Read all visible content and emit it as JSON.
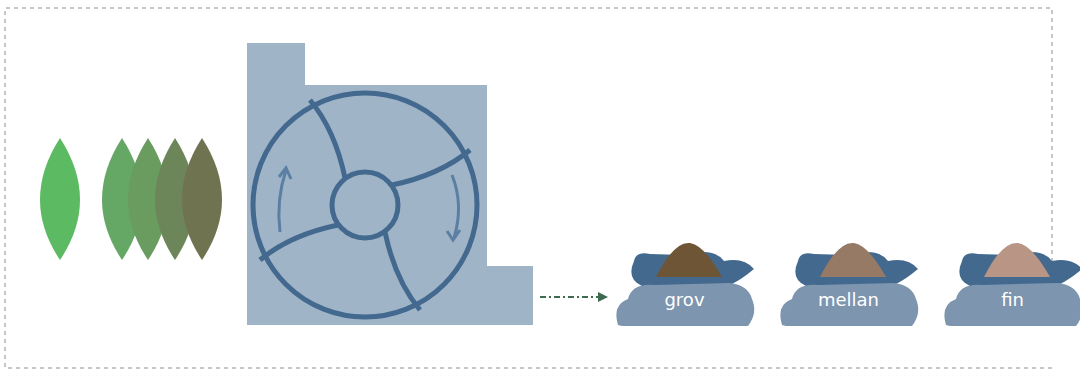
{
  "diagram": {
    "nodes": [
      {
        "text": [
          "grov"
        ]
      },
      {
        "text": [
          "mellan"
        ]
      },
      {
        "text": [
          "fin"
        ]
      }
    ]
  }
}
